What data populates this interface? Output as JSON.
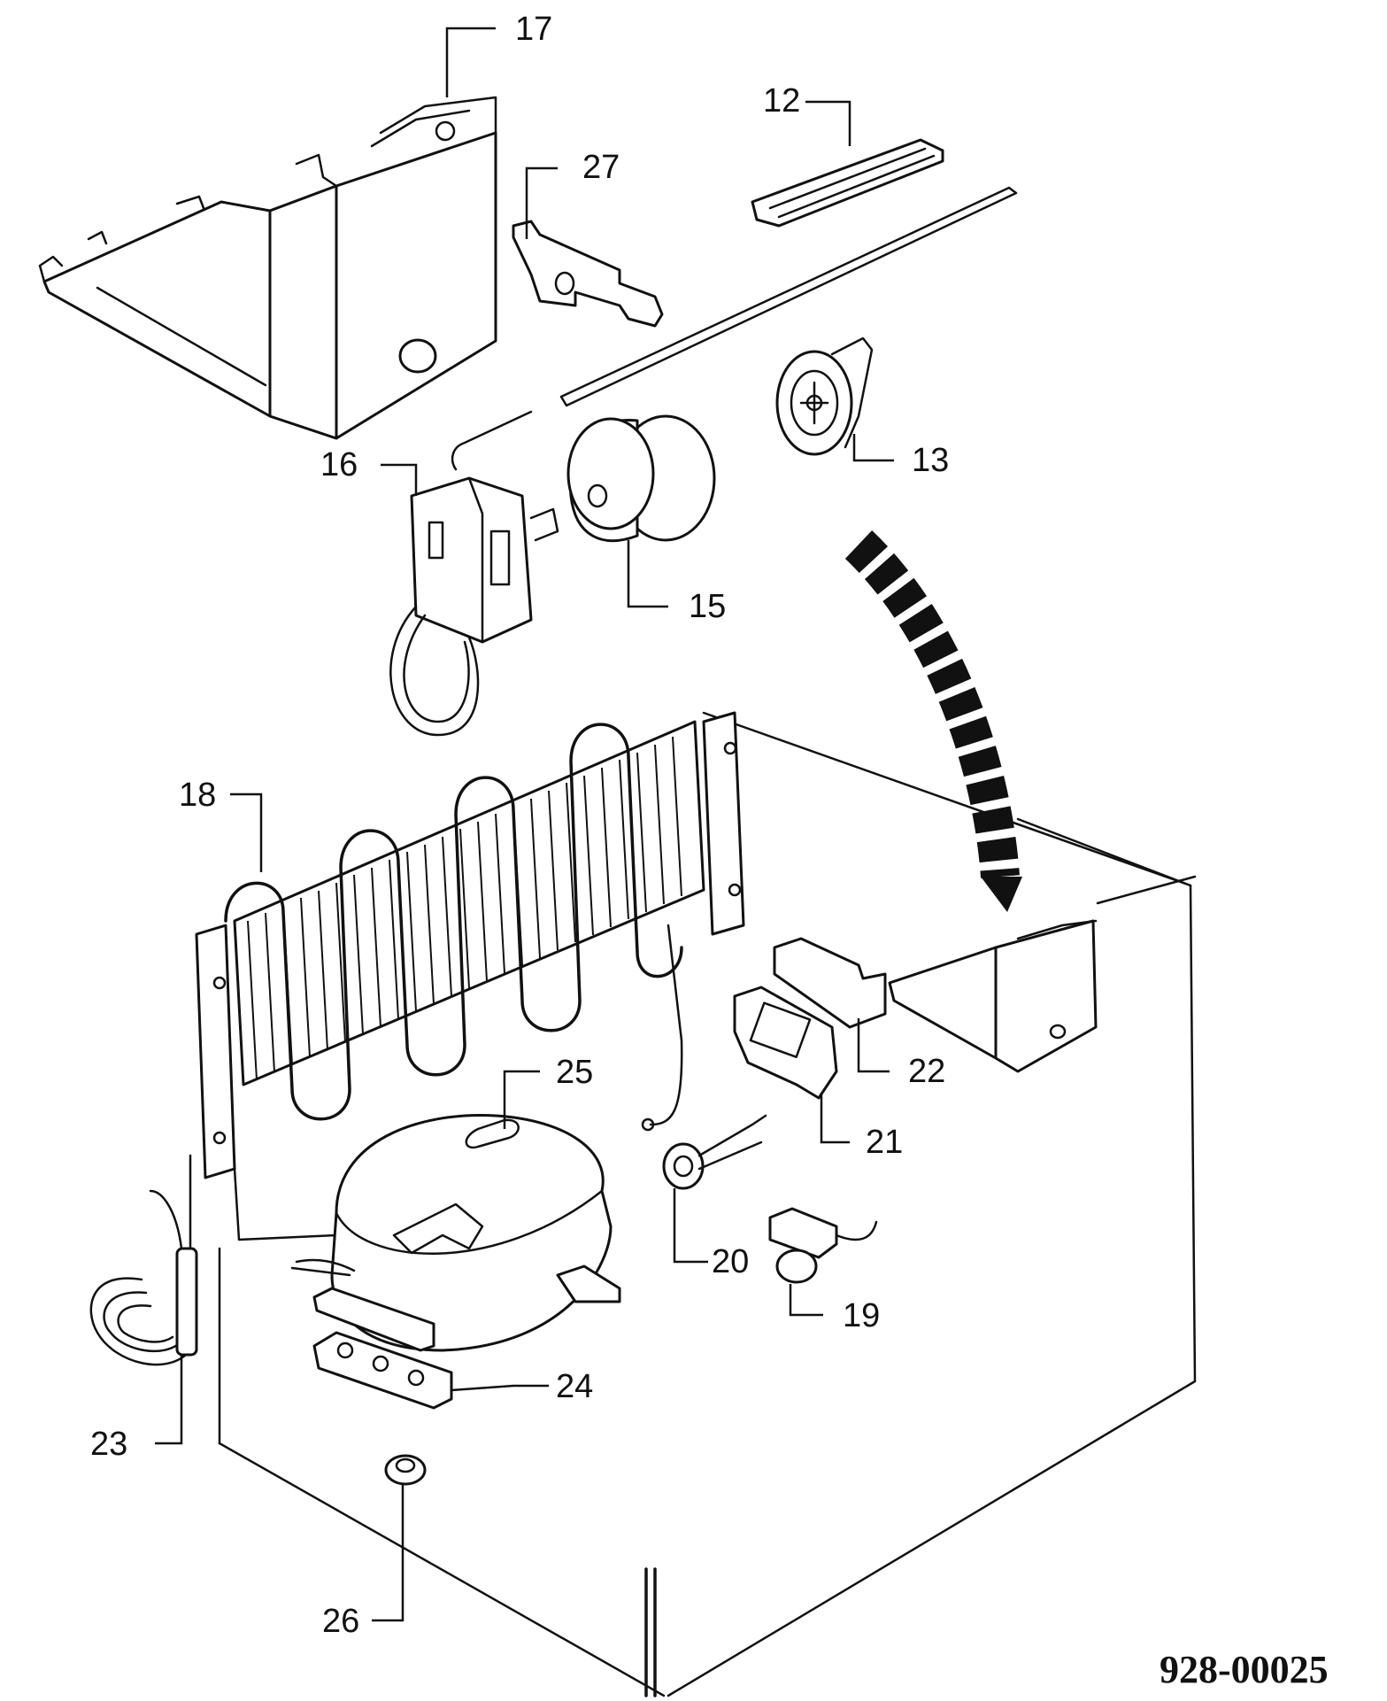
{
  "callouts": {
    "c12": "12",
    "c13": "13",
    "c15": "15",
    "c16": "16",
    "c17": "17",
    "c18": "18",
    "c19": "19",
    "c20": "20",
    "c21": "21",
    "c22": "22",
    "c23": "23",
    "c24": "24",
    "c25": "25",
    "c26": "26",
    "c27": "27"
  },
  "document_number": "928-00025",
  "colors": {
    "line": "#111111",
    "background": "#ffffff"
  }
}
